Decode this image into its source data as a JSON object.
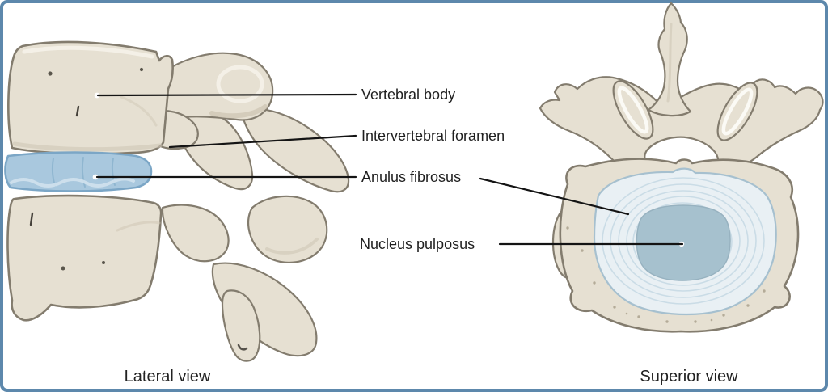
{
  "figure": {
    "labels": [
      {
        "text": "Vertebral body"
      },
      {
        "text": "Intervertebral foramen"
      },
      {
        "text": "Anulus fibrosus"
      },
      {
        "text": "Nucleus pulposus"
      }
    ],
    "captions": {
      "lateral": "Lateral view",
      "superior": "Superior view"
    },
    "colors": {
      "frame_border": "#5d88ac",
      "bone_fill": "#e6e0d2",
      "bone_outline": "#837c6e",
      "bone_shadow": "#cfc7b5",
      "bone_highlight": "#f5f2e9",
      "disc_fill": "#a9c8de",
      "disc_outline": "#7ba6c6",
      "disc_crease": "#8fb6d0",
      "disc_light": "#cfe0ec",
      "anulus_fill": "#e9f0f4",
      "anulus_ring": "#c7dae5",
      "anulus_outline": "#a6c0cf",
      "nucleus_fill": "#a6c1ce",
      "nucleus_outline": "#97b2c0",
      "label_text": "#1f1f1f",
      "caption_text": "#222222",
      "leader_line": "#141414"
    }
  }
}
